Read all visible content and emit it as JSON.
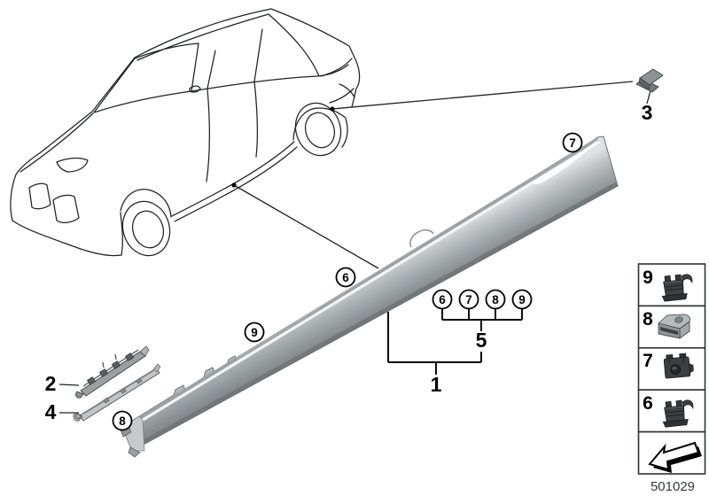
{
  "drawing": {
    "number": "501029",
    "background_color": "#ffffff",
    "line_color": "#1f2123",
    "sill_gray_light": "#dfe2e3",
    "sill_gray_mid": "#a7acaf",
    "sill_gray_dark": "#868b8e",
    "clip_dark_color": "#3c4043",
    "clip_light_color": "#b6babc"
  },
  "labels": {
    "part1": "1",
    "part2": "2",
    "part3": "3",
    "part4": "4",
    "group5": "5",
    "callout6": "6",
    "callout7": "7",
    "callout8": "8",
    "callout9": "9"
  },
  "callout_row": {
    "items": [
      "6",
      "7",
      "8",
      "9"
    ]
  },
  "legend": {
    "boxes": [
      {
        "label": "9",
        "icon": "retainer-clip-icon"
      },
      {
        "label": "8",
        "icon": "cage-nut-clip-icon"
      },
      {
        "label": "7",
        "icon": "stud-clip-icon"
      },
      {
        "label": "6",
        "icon": "retainer-clip-icon"
      },
      {
        "label": "",
        "icon": "install-direction-arrow-icon"
      }
    ]
  }
}
